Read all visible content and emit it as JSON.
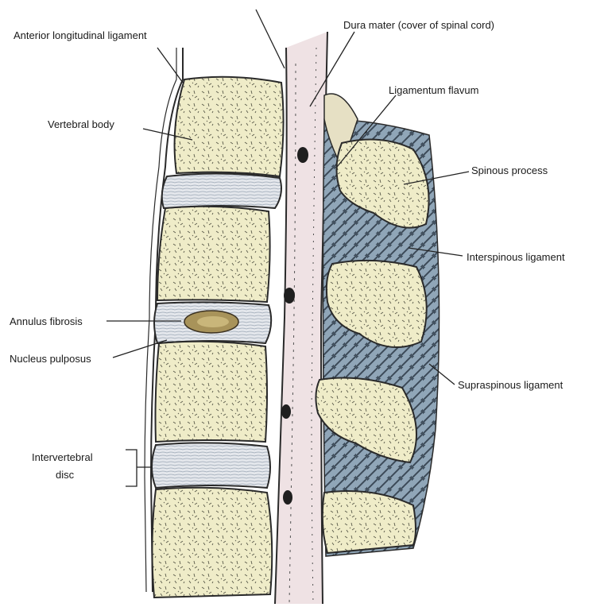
{
  "labels": {
    "anterior_longitudinal_ligament": "Anterior longitudinal ligament",
    "vertebral_body": "Vertebral  body",
    "annulus_fibrosis": "Annulus fibrosis",
    "nucleus_pulposus": "Nucleus pulposus",
    "intervertebral_disc_line1": "Intervertebral",
    "intervertebral_disc_line2": "disc",
    "dura_mater": "Dura mater (cover of spinal cord)",
    "ligamentum_flavum": "Ligamentum flavum",
    "spinous_process": "Spinous process",
    "interspinous_ligament": "Interspinous ligament",
    "supraspinous_ligament": "Supraspinous ligament"
  },
  "colors": {
    "bone": "#efecc8",
    "disc": "#dfe3e8",
    "dura": "#efe2e4",
    "ligament_blue": "#8fa5b6",
    "ligament_dark": "#3f4c5a",
    "nucleus": "#a8935a",
    "ink": "#2a2a2a"
  }
}
